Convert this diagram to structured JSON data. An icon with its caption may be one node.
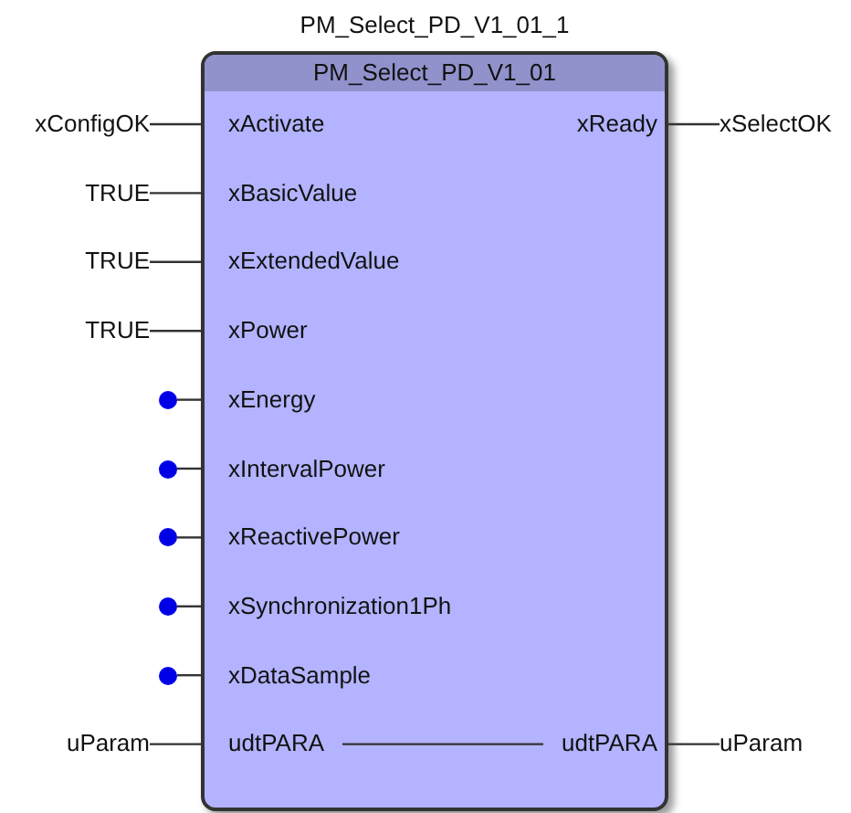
{
  "diagram": {
    "nodes": [
      {
        "text": [
          "PM_Select_PD_V1_01"
        ],
        "beside": [
          "PM_Select_PD_V1_01_1"
        ]
      },
      {
        "text": [
          "xConfigOK"
        ]
      },
      {
        "text": [
          "xActivate"
        ],
        "in": 0
      },
      {
        "text": [
          "xReady"
        ],
        "in": 0
      },
      {
        "text": [
          "xSelectOK"
        ]
      },
      {
        "text": [
          "TRUE"
        ]
      },
      {
        "text": [
          "xBasicValue"
        ],
        "in": 0
      },
      {
        "text": [
          "TRUE"
        ]
      },
      {
        "text": [
          "xExtendedValue"
        ],
        "in": 0
      },
      {
        "text": [
          "TRUE"
        ]
      },
      {
        "text": [
          "xPower"
        ],
        "in": 0
      },
      {
        "text": [],
        "shape": "circle"
      },
      {
        "text": [
          "xEnergy"
        ],
        "in": 0
      },
      {
        "text": [],
        "shape": "circle"
      },
      {
        "text": [
          "xIntervalPower"
        ],
        "in": 0
      },
      {
        "text": [],
        "shape": "circle"
      },
      {
        "text": [
          "xReactivePower"
        ],
        "in": 0
      },
      {
        "text": [],
        "shape": "circle"
      },
      {
        "text": [
          "xSynchronization1Ph"
        ],
        "in": 0
      },
      {
        "text": [],
        "shape": "circle"
      },
      {
        "text": [
          "xDataSample"
        ],
        "in": 0
      },
      {
        "text": [
          "uParam"
        ]
      },
      {
        "text": [
          "udtPARA"
        ],
        "in": 0
      },
      {
        "text": [
          "udtPARA"
        ],
        "in": 0
      },
      {
        "text": [
          "uParam"
        ]
      }
    ],
    "edges": [
      {
        "from": 1,
        "to": 2,
        "arrow": "none"
      },
      {
        "from": 3,
        "to": 4,
        "arrow": "none"
      },
      {
        "from": 5,
        "to": 6,
        "arrow": "none"
      },
      {
        "from": 7,
        "to": 8,
        "arrow": "none"
      },
      {
        "from": 9,
        "to": 10,
        "arrow": "none"
      },
      {
        "from": 11,
        "to": 12,
        "arrow": "none"
      },
      {
        "from": 13,
        "to": 14,
        "arrow": "none"
      },
      {
        "from": 15,
        "to": 16,
        "arrow": "none"
      },
      {
        "from": 17,
        "to": 18,
        "arrow": "none"
      },
      {
        "from": 19,
        "to": 20,
        "arrow": "none"
      },
      {
        "from": 21,
        "to": 22,
        "arrow": "none"
      },
      {
        "from": 22,
        "to": 23,
        "arrow": "none"
      },
      {
        "from": 23,
        "to": 24,
        "arrow": "none"
      }
    ]
  }
}
